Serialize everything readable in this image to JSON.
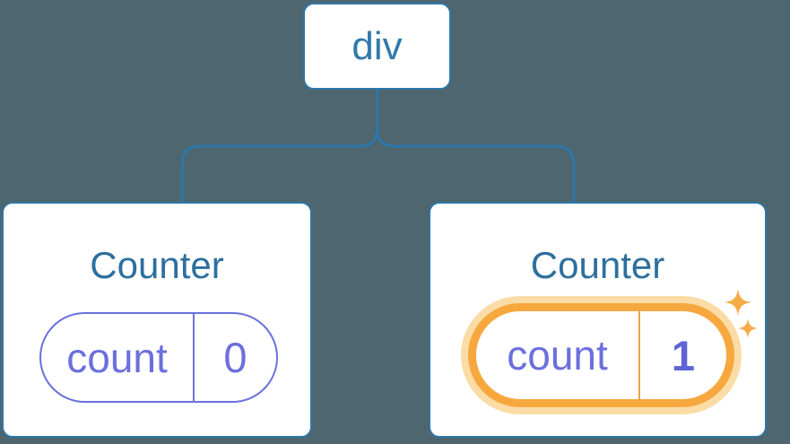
{
  "diagram": {
    "description": "React component tree: a div root with two Counter children, each holding a count state pill; the second Counter's state changed to 1 and is highlighted",
    "root": {
      "label": "div"
    },
    "cards": [
      {
        "title": "Counter",
        "state_key": "count",
        "state_value": "0",
        "highlighted": false
      },
      {
        "title": "Counter",
        "state_key": "count",
        "state_value": "1",
        "highlighted": true
      }
    ]
  },
  "colors": {
    "background": "#4d666f",
    "node_fill": "#ffffff",
    "node_border": "#2e77a8",
    "connector": "#2e77a8",
    "root_label_text": "#3279ab",
    "card_title_text": "#2d6f9e",
    "state_purple": "#6b70dc",
    "highlight_ring": "#f6a83f",
    "highlight_glow": "#fbdca6",
    "sparkle": "#f6ab49"
  }
}
